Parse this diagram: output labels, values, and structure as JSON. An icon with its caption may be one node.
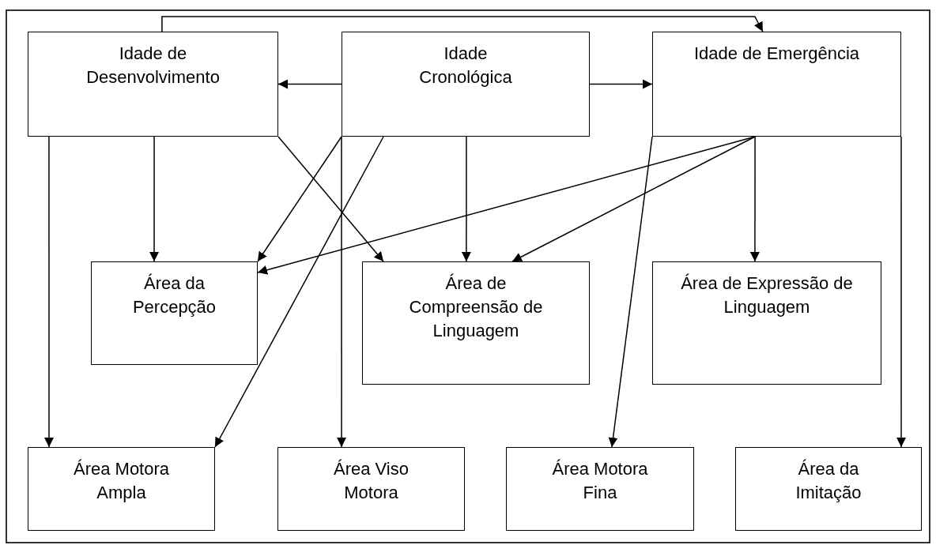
{
  "diagram": {
    "nodes": [
      {
        "text": [
          "Idade de Desenvolvimento"
        ]
      },
      {
        "text": [
          "Idade Cronológica"
        ]
      },
      {
        "text": [
          "Idade de Emergência"
        ]
      },
      {
        "text": [
          "Área da Percepção"
        ]
      },
      {
        "text": [
          "Área de Compreensão de Linguagem"
        ]
      },
      {
        "text": [
          "Área de Expressão de Linguagem"
        ]
      },
      {
        "text": [
          "Área Motora Ampla"
        ]
      },
      {
        "text": [
          "Área Viso Motora"
        ]
      },
      {
        "text": [
          "Área Motora Fina"
        ]
      },
      {
        "text": [
          "Área da Imitação"
        ]
      }
    ],
    "edges": [
      {
        "from": 0,
        "to": 2,
        "arrow": "to"
      },
      {
        "from": 1,
        "to": 0,
        "arrow": "to"
      },
      {
        "from": 1,
        "to": 2,
        "arrow": "to"
      },
      {
        "from": 0,
        "to": 6,
        "arrow": "to"
      },
      {
        "from": 0,
        "to": 3,
        "arrow": "to"
      },
      {
        "from": 0,
        "to": 4,
        "arrow": "to"
      },
      {
        "from": 1,
        "to": 3,
        "arrow": "to"
      },
      {
        "from": 1,
        "to": 7,
        "arrow": "to"
      },
      {
        "from": 1,
        "to": 6,
        "arrow": "to"
      },
      {
        "from": 1,
        "to": 4,
        "arrow": "to"
      },
      {
        "from": 2,
        "to": 3,
        "arrow": "to"
      },
      {
        "from": 2,
        "to": 4,
        "arrow": "to"
      },
      {
        "from": 2,
        "to": 5,
        "arrow": "to"
      },
      {
        "from": 2,
        "to": 8,
        "arrow": "to"
      },
      {
        "from": 2,
        "to": 9,
        "arrow": "to"
      }
    ]
  }
}
